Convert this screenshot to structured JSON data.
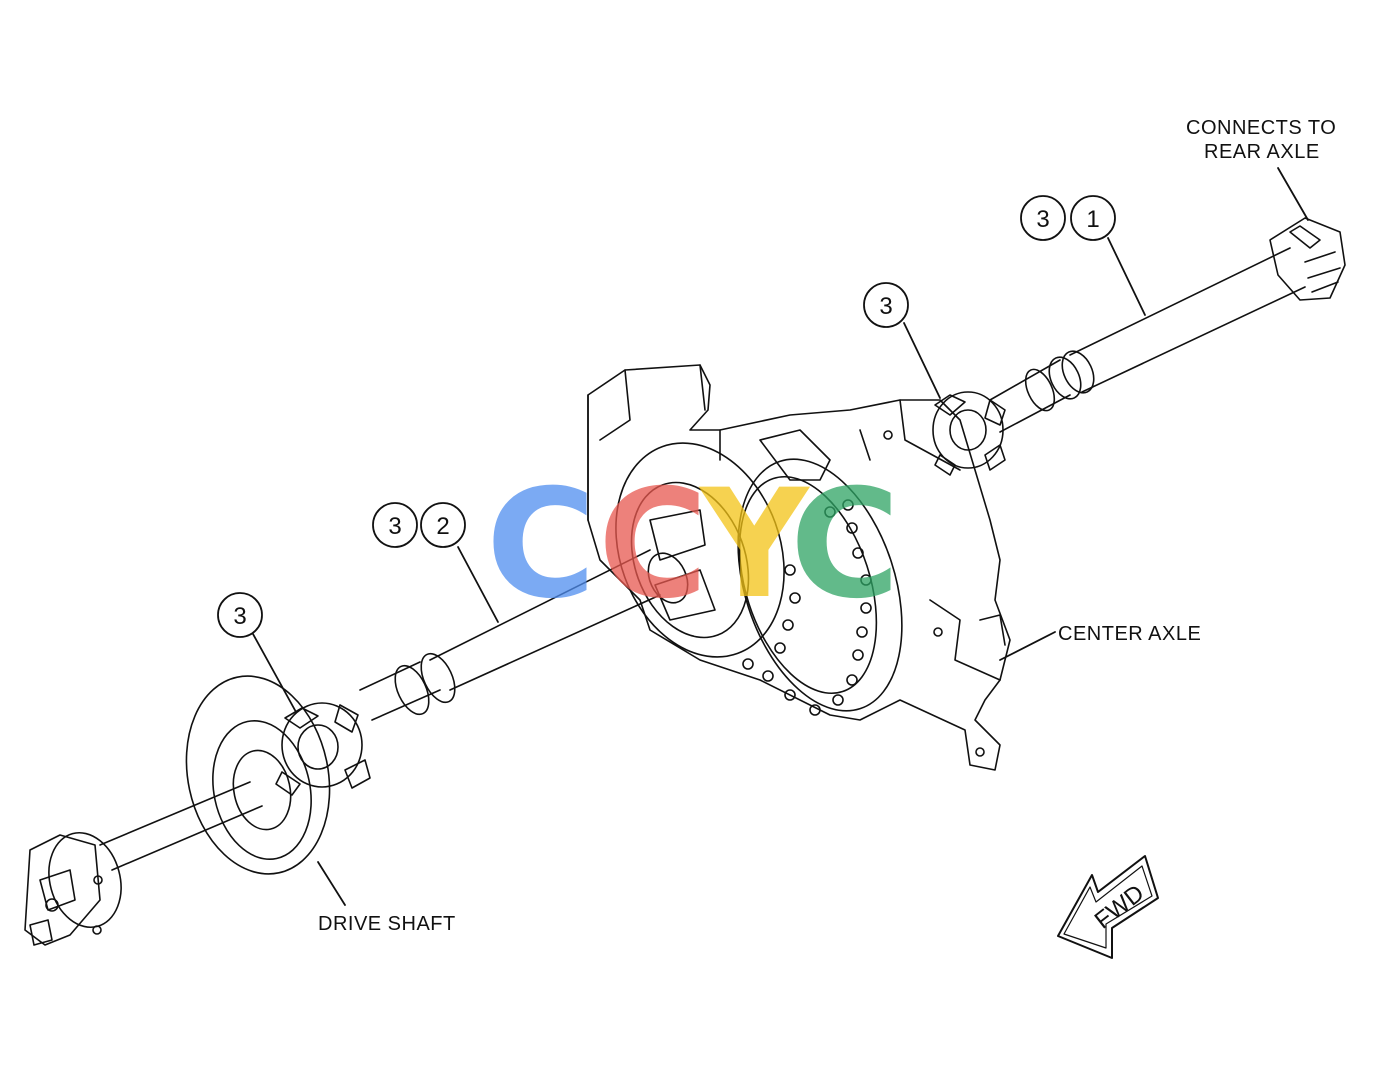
{
  "labels": {
    "connects_to": "CONNECTS TO",
    "rear_axle": "REAR AXLE",
    "center_axle": "CENTER AXLE",
    "drive_shaft": "DRIVE SHAFT",
    "fwd": "FWD"
  },
  "callouts": {
    "rear_pair_a": "3",
    "rear_pair_b": "1",
    "rear_yoke": "3",
    "front_pair_a": "3",
    "front_pair_b": "2",
    "front_yoke": "3"
  },
  "watermark": {
    "letters": [
      "C",
      "C",
      "Y",
      "C"
    ],
    "colors": [
      "#4f8ef0",
      "#e8584f",
      "#f3c316",
      "#2ea464"
    ]
  },
  "colors": {
    "line": "#111111",
    "background": "#ffffff"
  }
}
